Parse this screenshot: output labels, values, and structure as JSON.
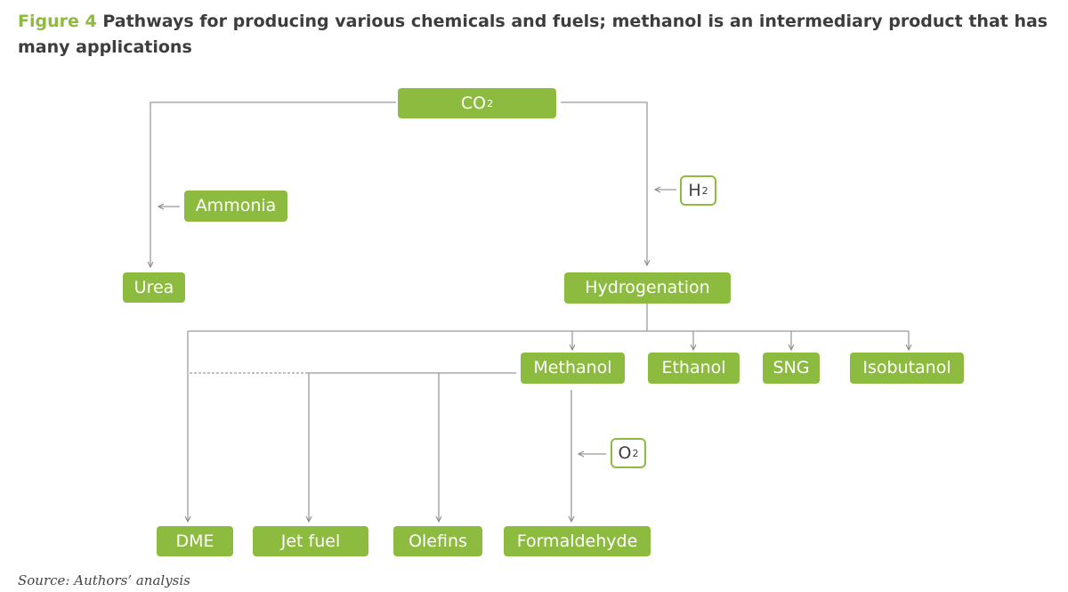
{
  "figure": {
    "number": "Figure 4",
    "title": "Pathways for producing various chemicals and fuels; methanol is an intermediary product that has many applications",
    "source": "Source: Authors’ analysis"
  },
  "nodes": {
    "co2": {
      "main": "CO",
      "sub": "2"
    },
    "ammonia": "Ammonia",
    "urea": "Urea",
    "h2": {
      "main": "H",
      "sub": "2"
    },
    "hydrogenation": "Hydrogenation",
    "methanol": "Methanol",
    "ethanol": "Ethanol",
    "sng": "SNG",
    "isobutanol": "Isobutanol",
    "o2": {
      "main": "O",
      "sub": "2"
    },
    "dme": "DME",
    "jet_fuel": "Jet fuel",
    "olefins": "Olefins",
    "formaldehyde": "Formaldehyde"
  },
  "colors": {
    "node_fill": "#8dbb3f",
    "node_text": "#ffffff",
    "connector": "#9a9a9a",
    "title_text": "#3d3d3d",
    "figure_number": "#8dbb3f"
  }
}
